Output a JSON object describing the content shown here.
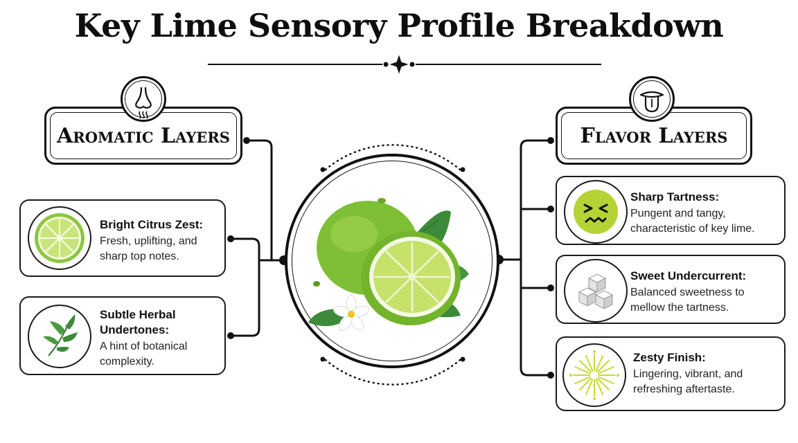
{
  "title": "Key Lime Sensory Profile Breakdown",
  "colors": {
    "ink": "#111111",
    "lime_green": "#8dc63f",
    "lime_light": "#c9e57a",
    "leaf_green": "#3c8a3a",
    "emoji_green": "#b5d334",
    "sparkle": "#c7d933"
  },
  "aromatic": {
    "header": "Aromatic Layers",
    "header_icon": "nose-icon",
    "items": [
      {
        "icon": "lime-slice-icon",
        "title": "Bright Citrus Zest:",
        "desc_lines": [
          "Fresh, uplifting, and",
          "sharp top notes."
        ]
      },
      {
        "icon": "herb-leaves-icon",
        "title_lines": [
          "Subtle Herbal",
          "Undertones:"
        ],
        "desc_lines": [
          "A hint of botanical",
          "complexity."
        ]
      }
    ]
  },
  "flavor": {
    "header": "Flavor Layers",
    "header_icon": "tongue-icon",
    "items": [
      {
        "icon": "sour-face-icon",
        "title": "Sharp Tartness:",
        "desc_lines": [
          "Pungent and tangy,",
          "characteristic of key lime."
        ]
      },
      {
        "icon": "sugar-cubes-icon",
        "title": "Sweet Undercurrent:",
        "desc_lines": [
          "Balanced sweetness to",
          "mellow the tartness."
        ]
      },
      {
        "icon": "burst-icon",
        "title": "Zesty Finish:",
        "desc_lines": [
          "Lingering, vibrant, and",
          "refreshing aftertaste."
        ]
      }
    ]
  },
  "center_icon": "key-lime-fruit-icon"
}
